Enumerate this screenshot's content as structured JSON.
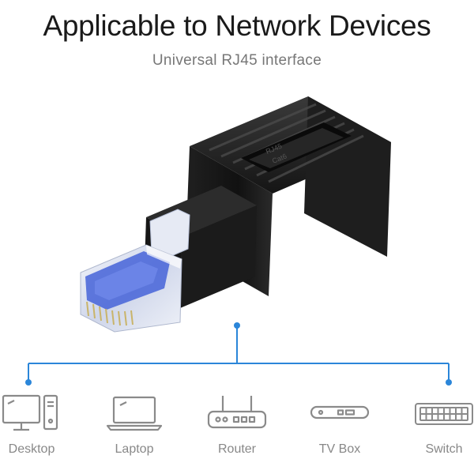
{
  "header": {
    "title": "Applicable to Network Devices",
    "subtitle": "Universal RJ45 interface"
  },
  "product": {
    "jack_label_top": "RJ45",
    "jack_label_bottom": "Cat6"
  },
  "devices": [
    {
      "label": "Desktop",
      "icon": "desktop-icon"
    },
    {
      "label": "Laptop",
      "icon": "laptop-icon"
    },
    {
      "label": "Router",
      "icon": "router-icon"
    },
    {
      "label": "TV Box",
      "icon": "tv-box-icon"
    },
    {
      "label": "Switch",
      "icon": "switch-icon"
    }
  ],
  "colors": {
    "accent": "#2b86d9",
    "adapter": "#1c1c1c",
    "plug_contact": "#3f5fd6",
    "label": "#888888"
  }
}
